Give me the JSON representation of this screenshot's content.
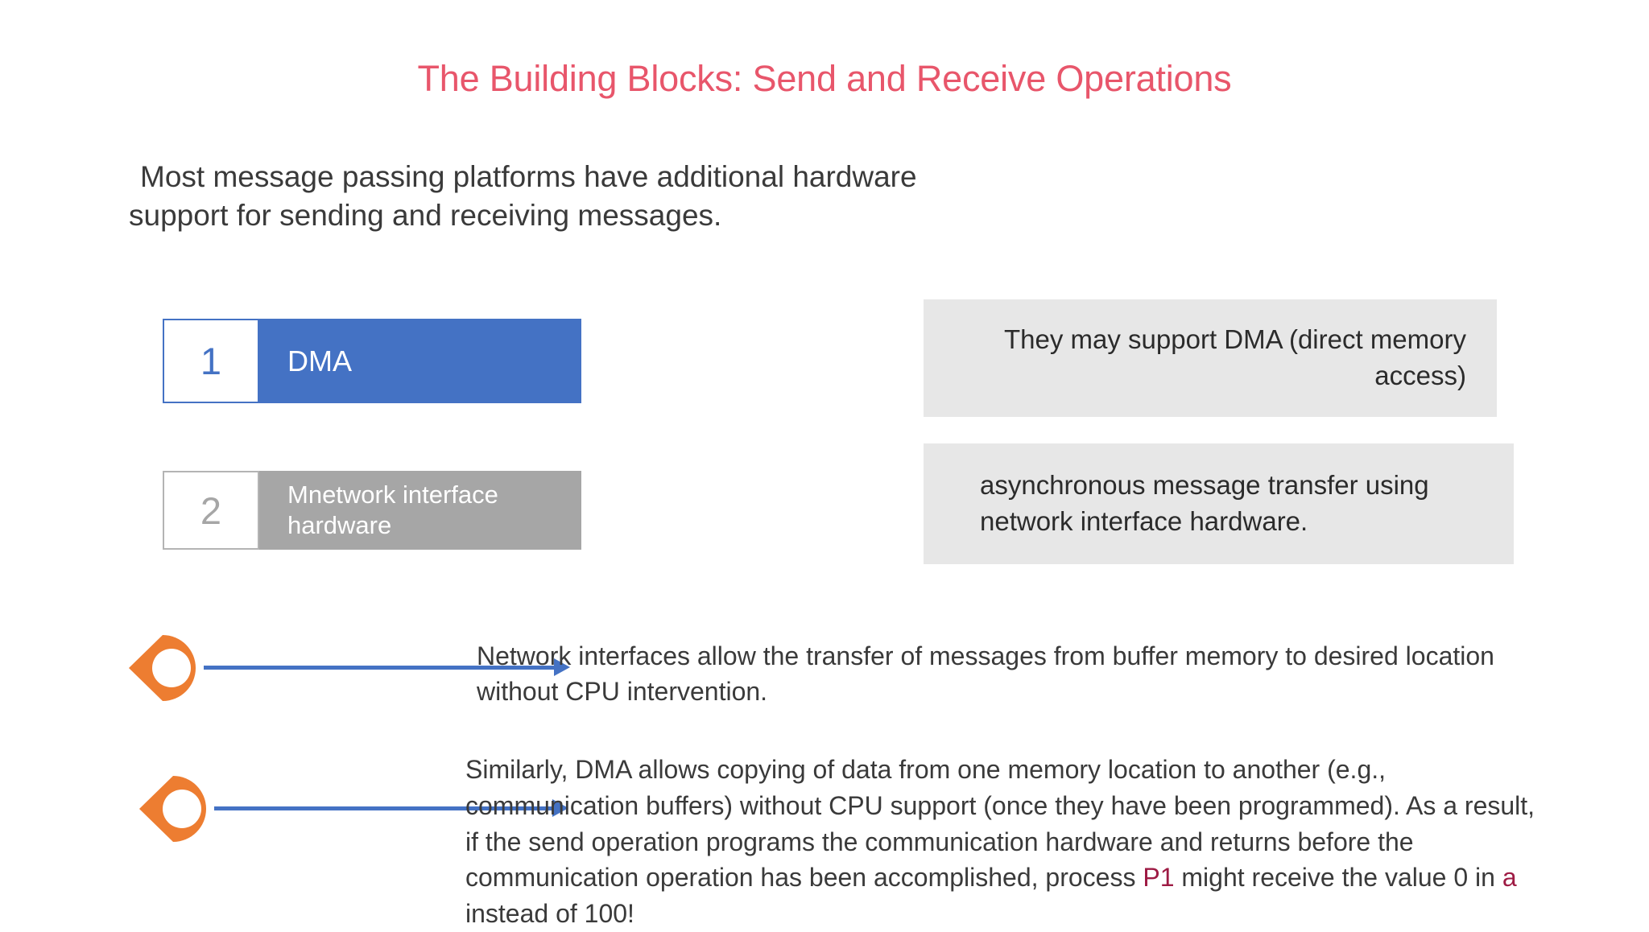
{
  "slide": {
    "title": "The Building Blocks: Send and Receive Operations",
    "accent_color": "#E8566B",
    "background_color": "#FFFFFF",
    "intro_line_1": "Most message passing platforms have additional hardware",
    "intro_line_2": "support for sending and receiving messages."
  },
  "blocks": [
    {
      "number": "1",
      "label": "DMA",
      "bar_color": "#4472C4",
      "number_color": "#4472C4"
    },
    {
      "number": "2",
      "label": "Mnetwork interface hardware",
      "bar_color": "#A6A6A6",
      "number_color": "#A6A6A6"
    }
  ],
  "callouts": [
    {
      "text": "They may support DMA (direct memory access)",
      "align": "right",
      "background_color": "#E7E7E7"
    },
    {
      "text": "asynchronous message transfer using network interface hardware.",
      "align": "left",
      "background_color": "#E7E7E7"
    }
  ],
  "notes": [
    {
      "text": "Network interfaces allow the transfer of messages from buffer memory to desired location without CPU intervention.",
      "pin_color": "#ED7D31",
      "arrow_color": "#4472C4"
    },
    {
      "text_part_1": "Similarly, DMA allows copying of data from one memory location to another (e.g., communication buffers) without CPU support (once they have been programmed). As a result, if the send operation programs the communication hardware and returns before the communication operation has been accomplished, process ",
      "highlight_1": "P1",
      "text_part_2": " might receive the value 0 in ",
      "highlight_2": "a",
      "text_part_3": " instead of 100!",
      "highlight_color": "#9E1B44",
      "pin_color": "#ED7D31",
      "arrow_color": "#4472C4"
    }
  ]
}
